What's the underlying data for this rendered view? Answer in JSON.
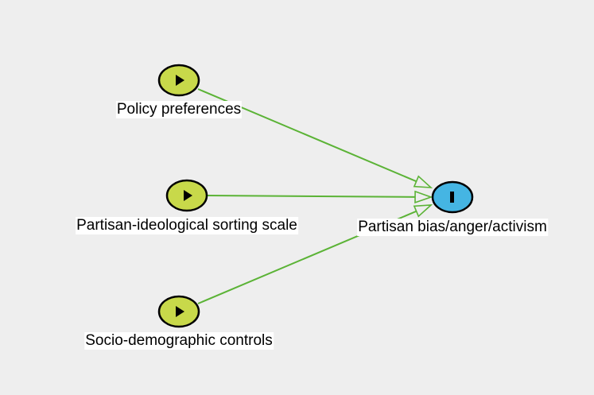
{
  "colors": {
    "background": "#eeeeee",
    "edge": "#5bb336",
    "exposure_node": "#c8d94a",
    "outcome_node": "#45b5e3",
    "node_stroke": "#000000"
  },
  "nodes": [
    {
      "id": "policy",
      "type": "exposure",
      "icon": "play-icon",
      "label": "Policy preferences"
    },
    {
      "id": "sorting",
      "type": "exposure",
      "icon": "play-icon",
      "label": "Partisan-ideological sorting scale"
    },
    {
      "id": "controls",
      "type": "exposure",
      "icon": "play-icon",
      "label": "Socio-demographic controls"
    },
    {
      "id": "outcome",
      "type": "outcome",
      "icon": "bar-icon",
      "label": "Partisan bias/anger/activism"
    }
  ],
  "edges": [
    {
      "from": "policy",
      "to": "outcome"
    },
    {
      "from": "sorting",
      "to": "outcome"
    },
    {
      "from": "controls",
      "to": "outcome"
    }
  ]
}
